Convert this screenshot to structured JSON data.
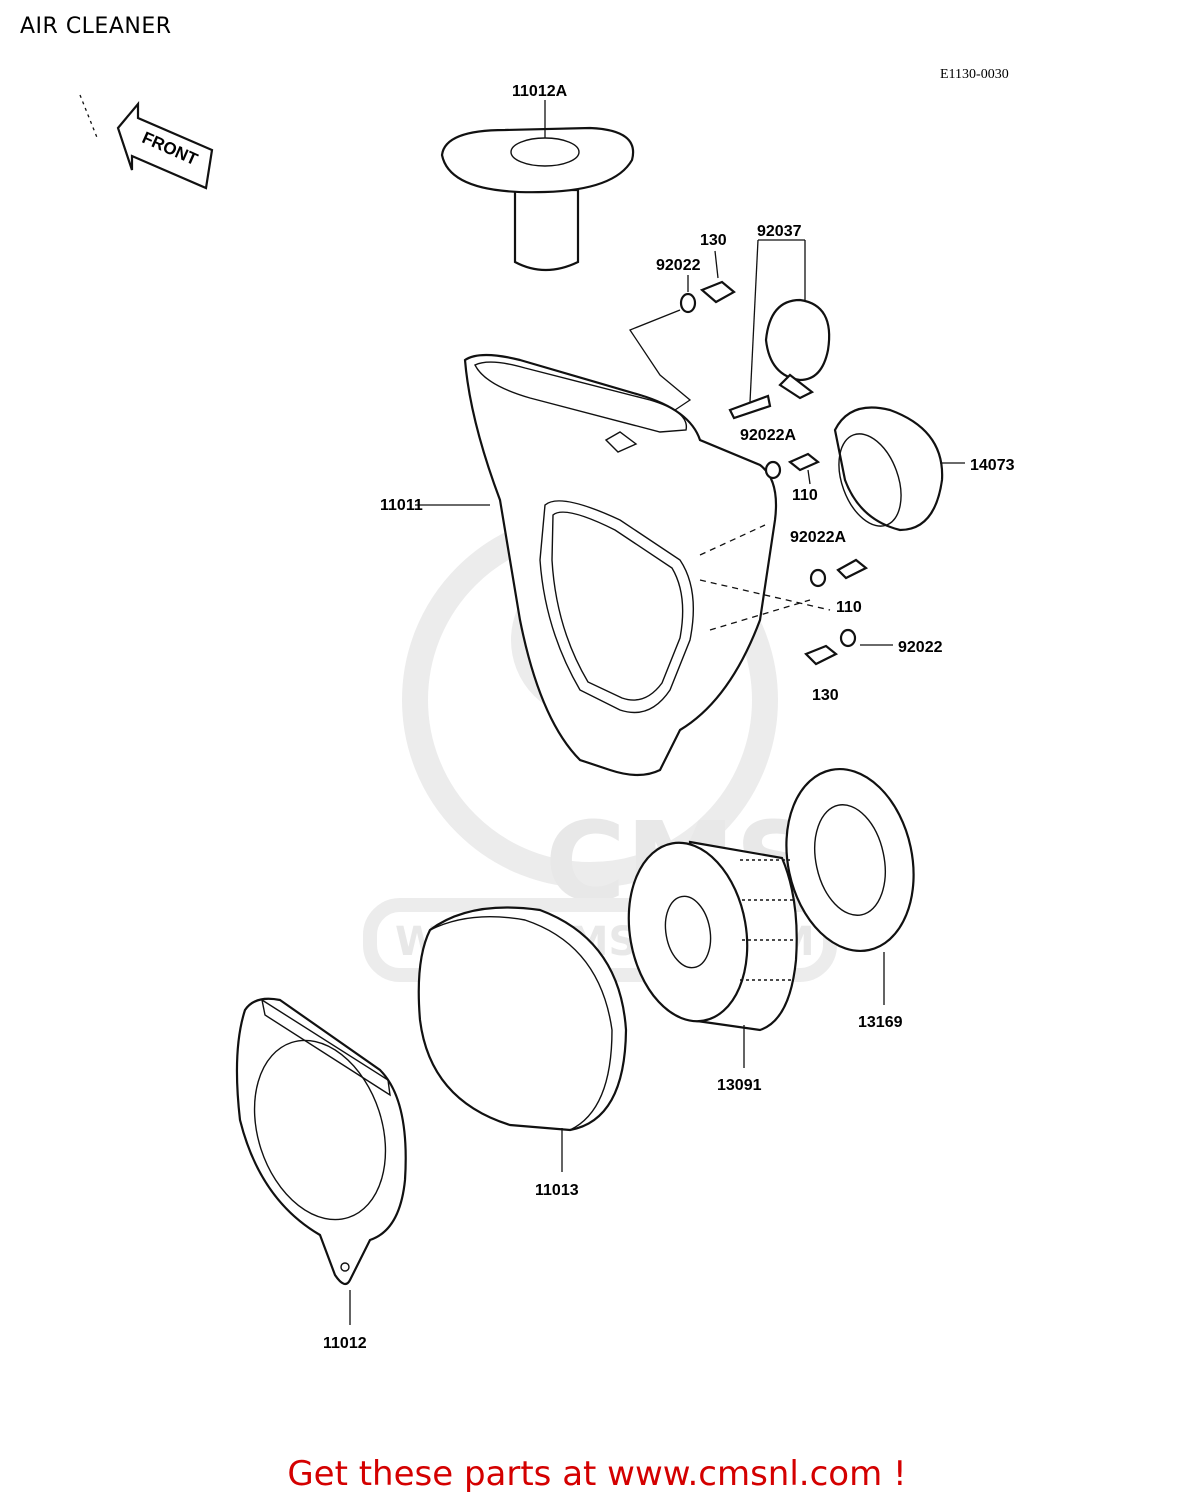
{
  "title": "AIR CLEANER",
  "diagram_code": "E1130-0030",
  "front_label": "FRONT",
  "watermark": {
    "brand": "CMS",
    "url": "WWW.CMSNL.COM"
  },
  "labels": {
    "p11012A": "11012A",
    "p130_top": "130",
    "p92022_top": "92022",
    "p92037": "92037",
    "p11011": "11011",
    "p92022A_1": "92022A",
    "p110_1": "110",
    "p14073": "14073",
    "p92022A_2": "92022A",
    "p110_2": "110",
    "p92022_bottom": "92022",
    "p130_bottom": "130",
    "p13169": "13169",
    "p13091": "13091",
    "p11013": "11013",
    "p11012": "11012"
  },
  "footer": "Get these parts at www.cmsnl.com !",
  "colors": {
    "footer": "#d40000",
    "line": "#111111",
    "watermark": "#e8e8e8"
  }
}
